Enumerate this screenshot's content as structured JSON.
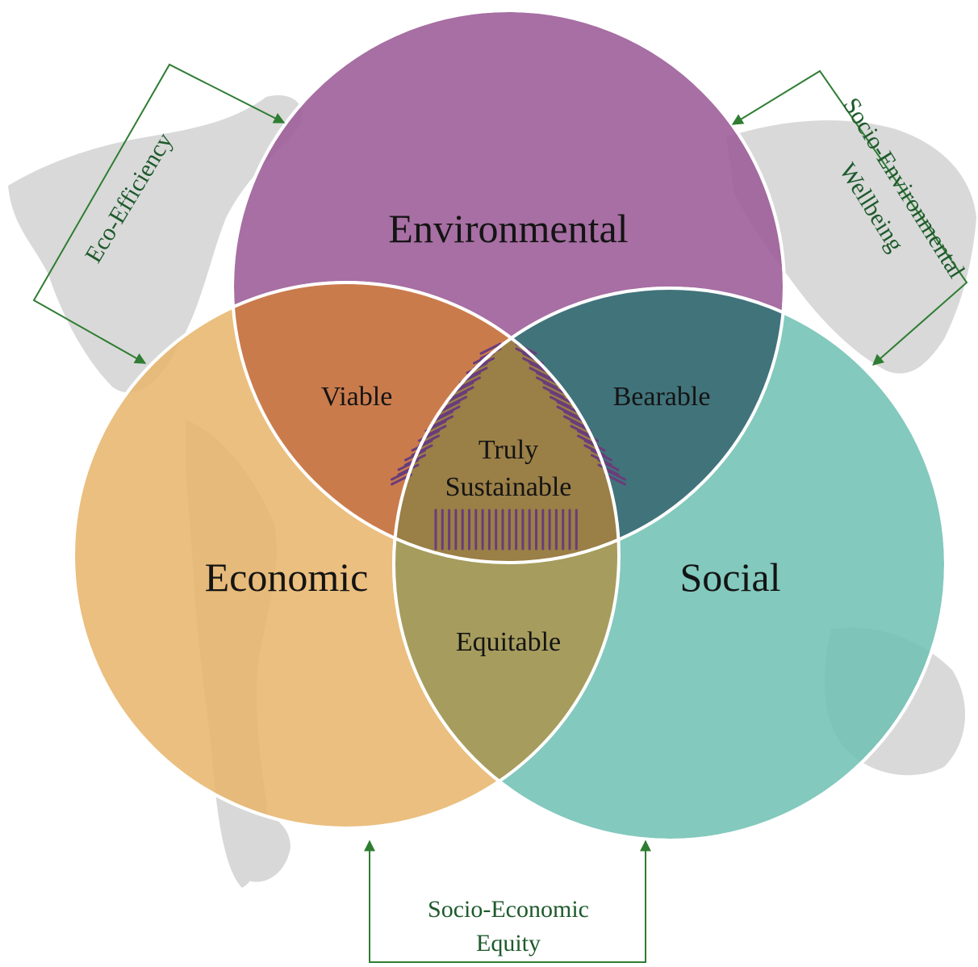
{
  "circles": {
    "environmental": {
      "label": "Environmental",
      "color": "#9b5b96"
    },
    "economic": {
      "label": "Economic",
      "color": "#e8b46a"
    },
    "social": {
      "label": "Social",
      "color": "#6fc0b2"
    }
  },
  "intersections": {
    "viable": "Viable",
    "bearable": "Bearable",
    "equitable": "Equitable",
    "center_line1": "Truly",
    "center_line2": "Sustainable"
  },
  "flows": {
    "eco_efficiency": "Eco-Efficiency",
    "socio_env_line1": "Socio-Environmental",
    "socio_env_line2": "Wellbeing",
    "socio_econ_line1": "Socio-Economic",
    "socio_econ_line2": "Equity"
  },
  "colors": {
    "arrow": "#2e7d32",
    "hatch": "#6a3d7a",
    "map_land": "#cfcfcf"
  }
}
